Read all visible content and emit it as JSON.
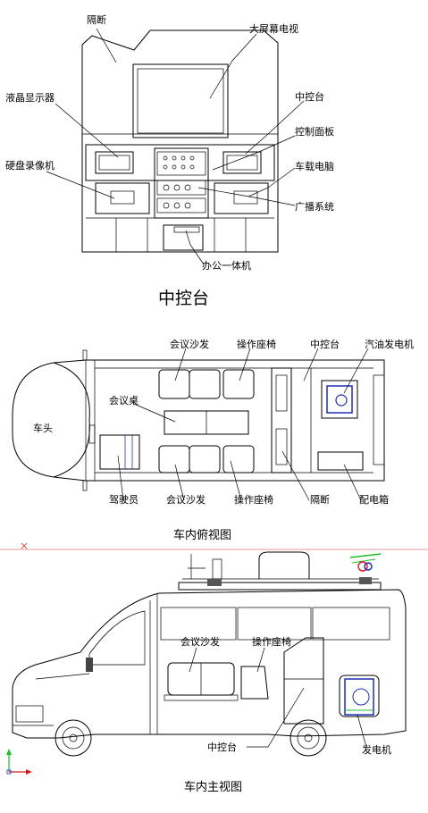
{
  "console_view": {
    "title": "中控台",
    "labels": {
      "partition": "隔断",
      "big_tv": "大屏幕电视",
      "lcd": "液晶显示器",
      "console": "中控台",
      "control_panel": "控制面板",
      "hdd_recorder": "硬盘录像机",
      "car_pc": "车载电脑",
      "broadcast": "广播系统",
      "office_aio": "办公一体机"
    }
  },
  "top_view": {
    "title": "车内俯视图",
    "labels": {
      "car_head": "车头",
      "sofa_top": "会议沙发",
      "seat_top": "操作座椅",
      "console": "中控台",
      "generator": "汽油发电机",
      "table": "会议桌",
      "driver": "驾驶员",
      "sofa_bottom": "会议沙发",
      "seat_bottom": "操作座椅",
      "partition": "隔断",
      "power_box": "配电箱"
    }
  },
  "side_view": {
    "title": "车内主视图",
    "labels": {
      "sofa": "会议沙发",
      "seat": "操作座椅",
      "console": "中控台",
      "generator": "发电机"
    }
  },
  "colors": {
    "line": "#000000",
    "generator_blue": "#1f2fb5",
    "green": "#1bbf2a",
    "red": "#e02020",
    "axis_red": "#d81a1a",
    "separator_red": "#cc3333"
  }
}
